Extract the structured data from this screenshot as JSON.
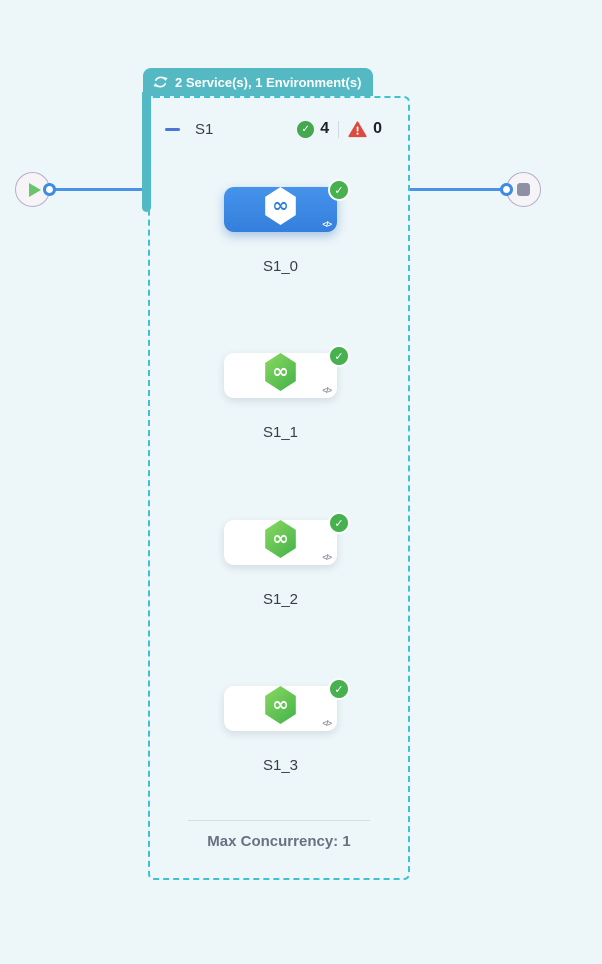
{
  "canvas": {
    "background": "#EDF6F9"
  },
  "group": {
    "badge": {
      "icon": "loop-icon",
      "label": "2 Service(s), 1 Environment(s)"
    },
    "stage": {
      "name": "S1",
      "success_count": "4",
      "error_count": "0",
      "services": [
        {
          "name": "S1_0",
          "selected": true,
          "status": "success"
        },
        {
          "name": "S1_1",
          "selected": false,
          "status": "success"
        },
        {
          "name": "S1_2",
          "selected": false,
          "status": "success"
        },
        {
          "name": "S1_3",
          "selected": false,
          "status": "success"
        }
      ],
      "footer_label": "Max Concurrency: 1"
    }
  },
  "icons": {
    "check": "✓",
    "infinity": "∞",
    "code": "</>"
  },
  "colors": {
    "teal_badge": "#55B9C4",
    "teal_dash": "#3EC1D1",
    "selected_blue": "#3D8AE4",
    "edge_blue": "#4A93E8",
    "success_green": "#46B14E",
    "error_red": "#DC4B40",
    "hexagon_green": "#4FB84D"
  }
}
